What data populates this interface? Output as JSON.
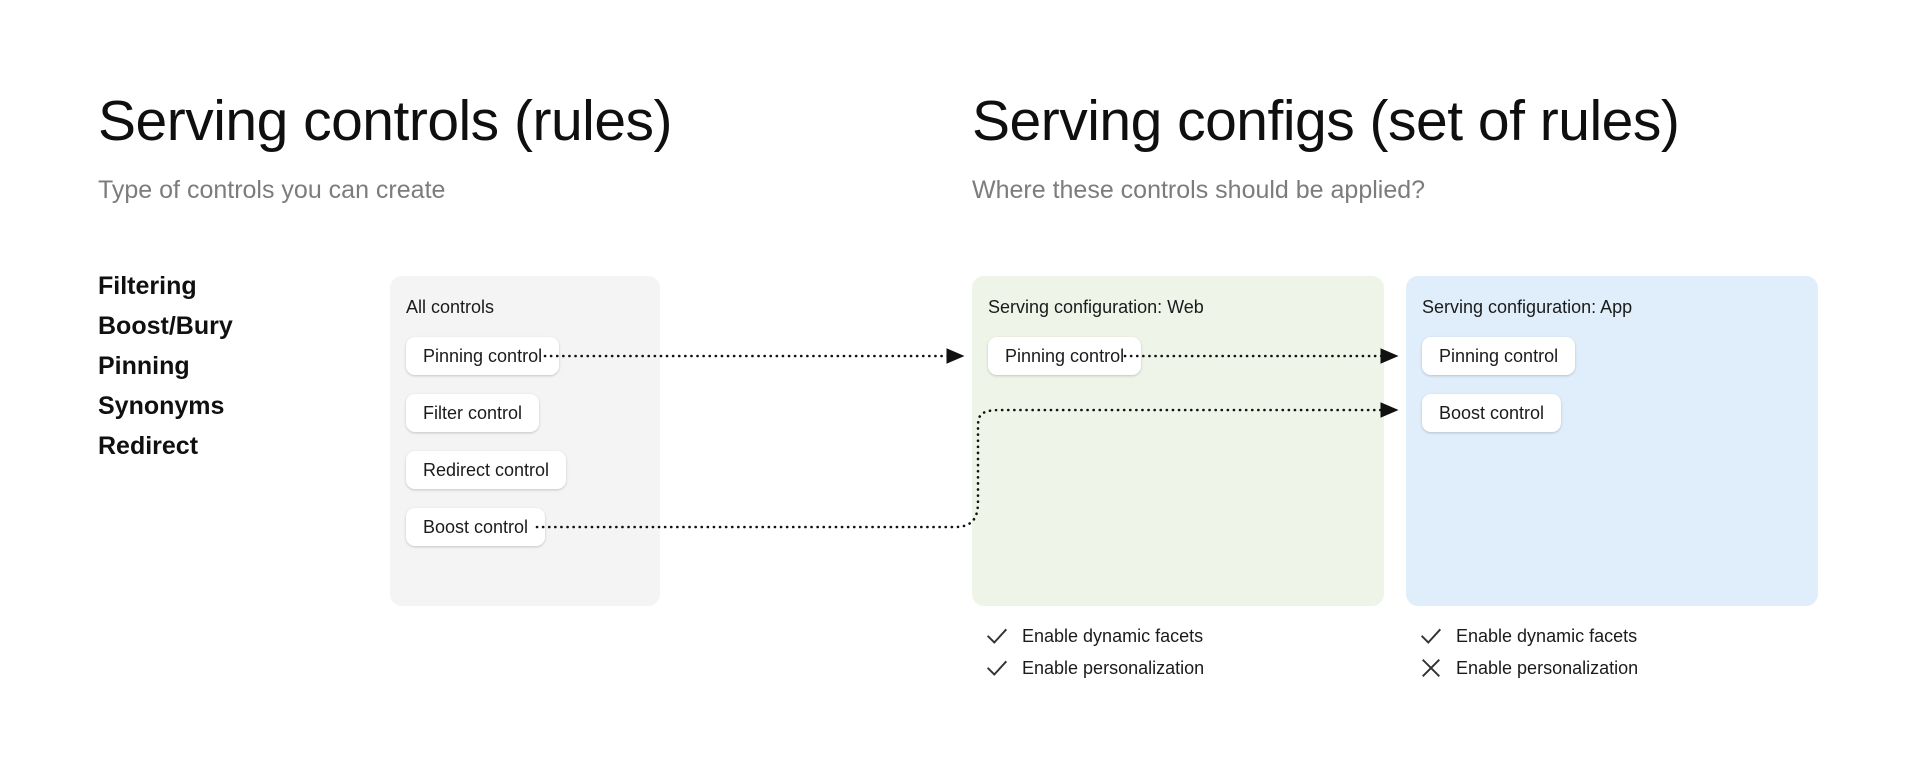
{
  "left": {
    "title": "Serving controls (rules)",
    "subtitle": "Type of controls you can create",
    "control_types": [
      "Filtering",
      "Boost/Bury",
      "Pinning",
      "Synonyms",
      "Redirect"
    ]
  },
  "right": {
    "title": "Serving configs (set of rules)",
    "subtitle": "Where these controls should be applied?"
  },
  "panels": {
    "all_controls": {
      "title": "All controls",
      "bg_color": "#f4f4f4",
      "chips": [
        {
          "label": "Pinning control"
        },
        {
          "label": "Filter control"
        },
        {
          "label": "Redirect control"
        },
        {
          "label": "Boost control"
        }
      ]
    },
    "web_config": {
      "title": "Serving configuration: Web",
      "bg_color": "#eef5e8",
      "chips": [
        {
          "label": "Pinning control"
        }
      ],
      "features": [
        {
          "icon": "check-icon",
          "label": "Enable dynamic facets"
        },
        {
          "icon": "check-icon",
          "label": "Enable personalization"
        }
      ]
    },
    "app_config": {
      "title": "Serving configuration: App",
      "bg_color": "#e0eefb",
      "chips": [
        {
          "label": "Pinning control"
        },
        {
          "label": "Boost control"
        }
      ],
      "features": [
        {
          "icon": "check-icon",
          "label": "Enable dynamic facets"
        },
        {
          "icon": "cross-icon",
          "label": "Enable personalization"
        }
      ]
    }
  },
  "connectors": {
    "style": "dotted",
    "color": "#111111",
    "edges": [
      {
        "from": "all-controls.pinning-control",
        "to": "web-config.pinning-control"
      },
      {
        "from": "web-config.pinning-control",
        "to": "app-config.pinning-control"
      },
      {
        "from": "all-controls.boost-control",
        "to": "app-config.boost-control"
      }
    ]
  }
}
